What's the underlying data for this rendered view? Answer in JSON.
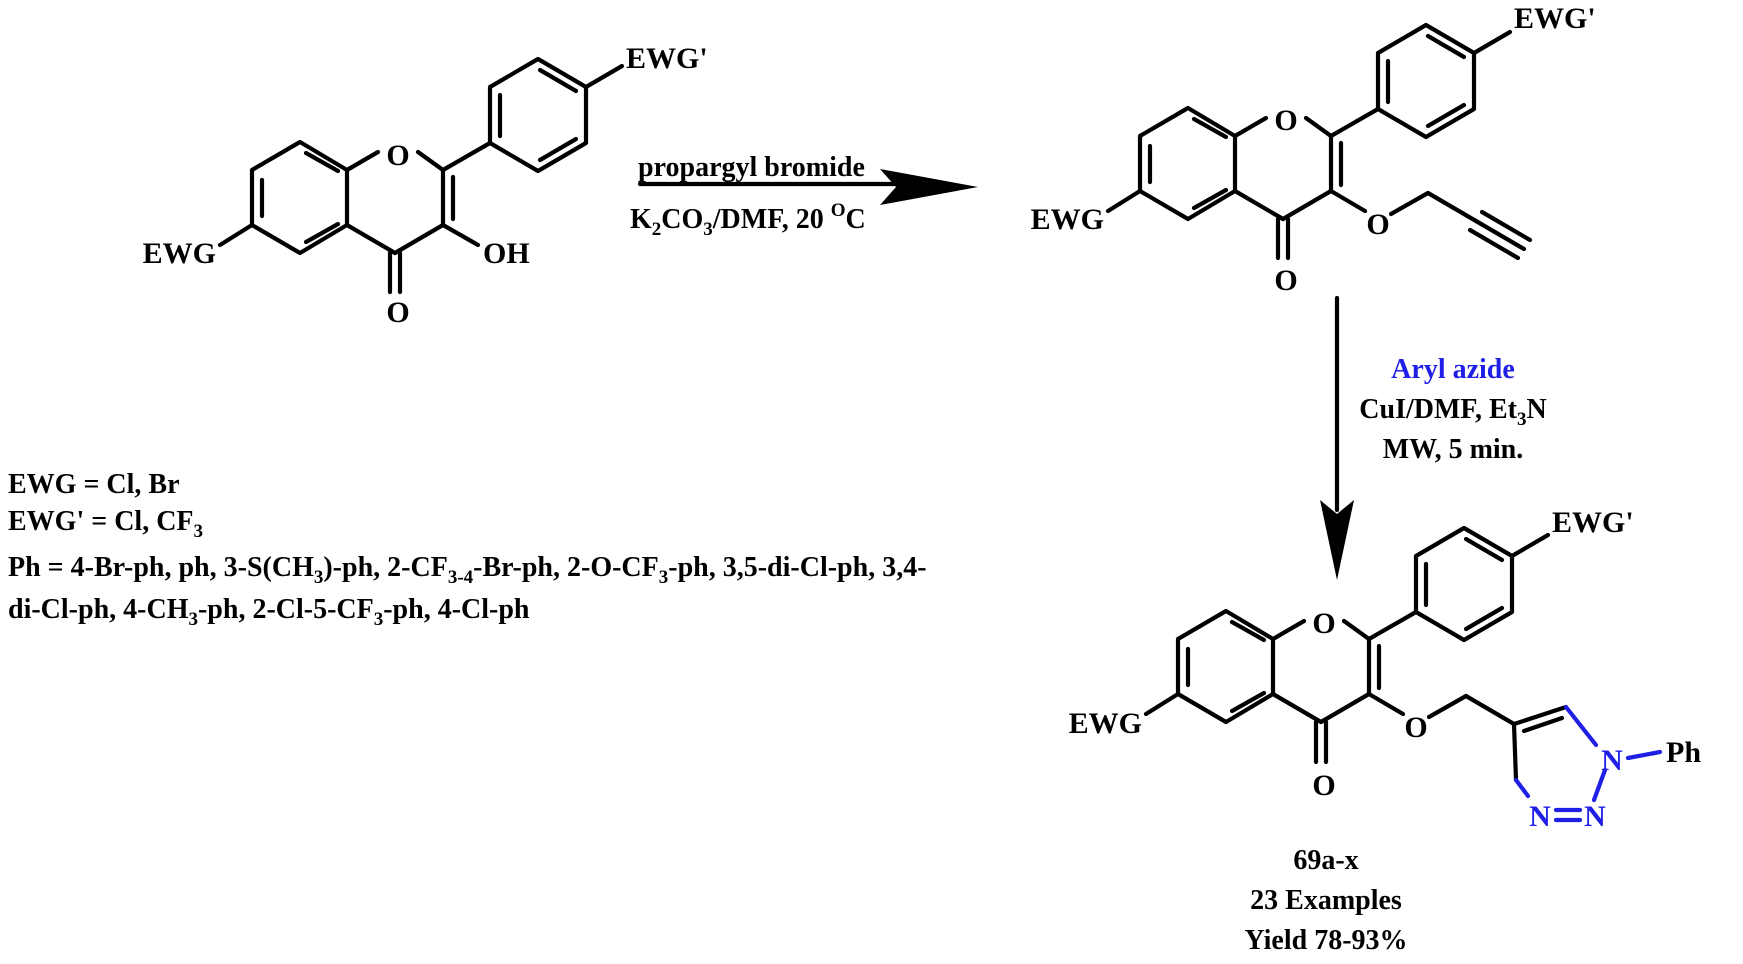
{
  "colors": {
    "ink": "#000000",
    "accent": "#1f1fe6",
    "background": "#ffffff"
  },
  "atoms": {
    "ewg": "EWG",
    "ewg_prime": "EWG'",
    "oxygen": "O",
    "hydroxyl": "OH",
    "nitrogen": "N",
    "phenyl": "Ph"
  },
  "step1": {
    "reagent": "propargyl bromide",
    "cond_k": "K",
    "cond_2": "2",
    "cond_co": "CO",
    "cond_3": "3",
    "cond_dmf": "/DMF, 20 ",
    "cond_deg": "O",
    "cond_c": "C"
  },
  "step2": {
    "reagent": "Aryl azide",
    "cond_a": "CuI/DMF, Et",
    "cond_a_sub": "3",
    "cond_a_end": "N",
    "cond_b": "MW, 5 min."
  },
  "definitions": {
    "ewg_line": "EWG = Cl, Br",
    "ewgp_line_main": "EWG' = Cl, CF",
    "ewgp_line_sub": "3",
    "ph_line1": [
      {
        "t": "Ph = 4-Br-ph, ph, 3-S(CH",
        "s": false
      },
      {
        "t": "3",
        "s": true
      },
      {
        "t": ")-ph, 2-CF",
        "s": false
      },
      {
        "t": "3-4",
        "s": true
      },
      {
        "t": "-Br-ph, 2-O-CF",
        "s": false
      },
      {
        "t": "3",
        "s": true
      },
      {
        "t": "-ph, 3,5-di-Cl-ph, 3,4-",
        "s": false
      }
    ],
    "ph_line2": [
      {
        "t": "di-Cl-ph, 4-CH",
        "s": false
      },
      {
        "t": "3",
        "s": true
      },
      {
        "t": "-ph, 2-Cl-5-CF",
        "s": false
      },
      {
        "t": "3",
        "s": true
      },
      {
        "t": "-ph, 4-Cl-ph",
        "s": false
      }
    ]
  },
  "product": {
    "id": "69a-x",
    "examples": "23 Examples",
    "yield": "Yield 78-93%"
  }
}
